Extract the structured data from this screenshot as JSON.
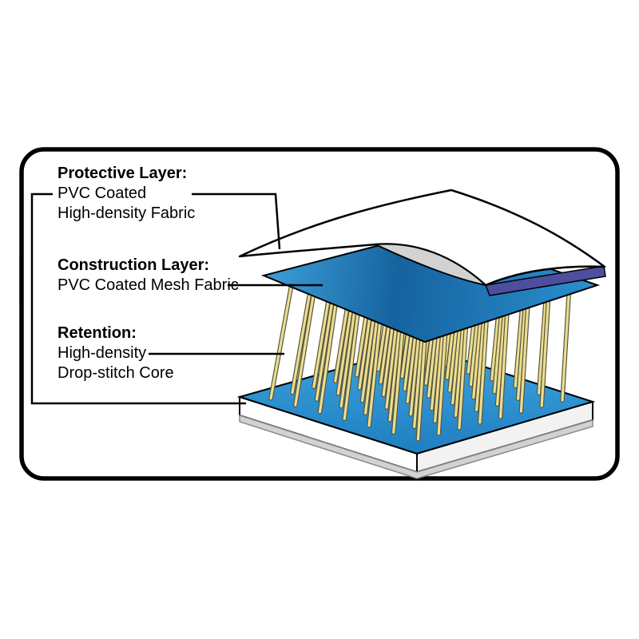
{
  "diagram": {
    "labels": {
      "protective": {
        "title": "Protective Layer:",
        "line1": "PVC Coated",
        "line2": "High-density Fabric"
      },
      "construction": {
        "title": "Construction Layer:",
        "line1": "PVC Coated Mesh Fabric"
      },
      "retention": {
        "title": "Retention:",
        "line1": "High-density",
        "line2": "Drop-stitch Core"
      }
    },
    "colors": {
      "outline": "#000000",
      "mesh_blue_light": "#3f9fd9",
      "mesh_blue_dark": "#15639f",
      "mesh_blue_mid": "#2b90d0",
      "slab_blue_light": "#3da5e0",
      "slab_blue_dark": "#1f7ec0",
      "navy_edge": "#4e4e9e",
      "thread": "#ecdd90",
      "thread_outline": "#55553f",
      "underside_gray": "#d2d2d2",
      "slab_rim": "#d2d2d2",
      "slab_side_left": "#ffffff",
      "slab_side_right": "#f2f2f2"
    }
  }
}
